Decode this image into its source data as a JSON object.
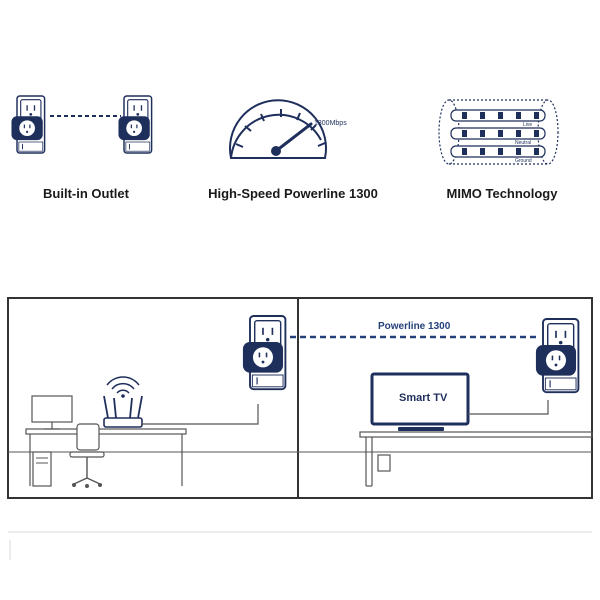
{
  "features": [
    {
      "label": "Built-in Outlet",
      "icon": "adapter-pair-icon"
    },
    {
      "label": "High-Speed Powerline 1300",
      "icon": "speedometer-icon"
    },
    {
      "label": "MIMO Technology",
      "icon": "mimo-wires-icon"
    }
  ],
  "speedometer": {
    "readout": "1300Mbps"
  },
  "mimo": {
    "wires": [
      "Live",
      "Neutral",
      "Ground"
    ]
  },
  "scene": {
    "link_label": "Powerline 1300",
    "tv_label": "Smart TV"
  },
  "colors": {
    "primary": "#1f2f5c",
    "accent": "#3a5ba8",
    "line": "#5a5a5a"
  }
}
